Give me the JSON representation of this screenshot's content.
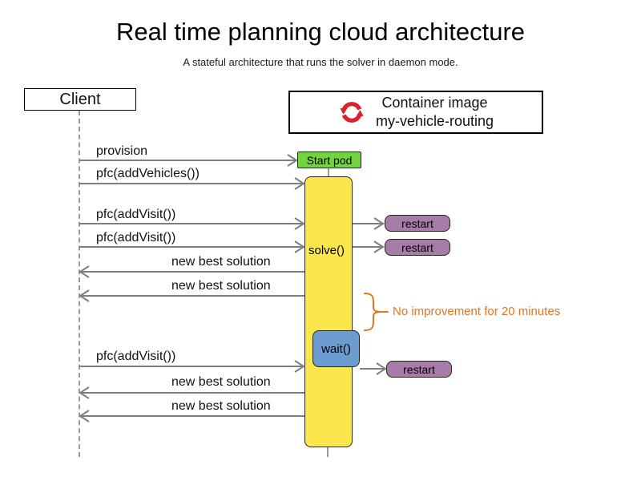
{
  "header": {
    "title": "Real time planning cloud architecture",
    "subtitle": "A stateful architecture that runs the solver in daemon mode."
  },
  "participants": {
    "client": "Client",
    "container_line1": "Container image",
    "container_line2": "my-vehicle-routing",
    "container_icon": "sync-icon"
  },
  "activation": {
    "start_pod": "Start pod",
    "solve": "solve()",
    "wait": "wait()"
  },
  "messages": [
    {
      "label": "provision",
      "direction": "right"
    },
    {
      "label": "pfc(addVehicles())",
      "direction": "right"
    },
    {
      "label": "pfc(addVisit())",
      "direction": "right"
    },
    {
      "label": "pfc(addVisit())",
      "direction": "right"
    },
    {
      "label": "new best solution",
      "direction": "left"
    },
    {
      "label": "new best solution",
      "direction": "left"
    },
    {
      "label": "pfc(addVisit())",
      "direction": "right"
    },
    {
      "label": "new best solution",
      "direction": "left"
    },
    {
      "label": "new best solution",
      "direction": "left"
    }
  ],
  "restarts": [
    {
      "label": "restart"
    },
    {
      "label": "restart"
    },
    {
      "label": "restart"
    }
  ],
  "annotation": {
    "text": "No improvement for 20 minutes"
  },
  "colors": {
    "activation_yellow": "#FBE74B",
    "start_pod_green": "#72D43E",
    "restart_purple": "#A87CA8",
    "wait_blue": "#6D9CD1",
    "annotation_orange": "#E0751F",
    "icon_red": "#DB212E",
    "arrow_gray": "#7F7F7F",
    "lifeline_gray": "#9A9A9A"
  }
}
